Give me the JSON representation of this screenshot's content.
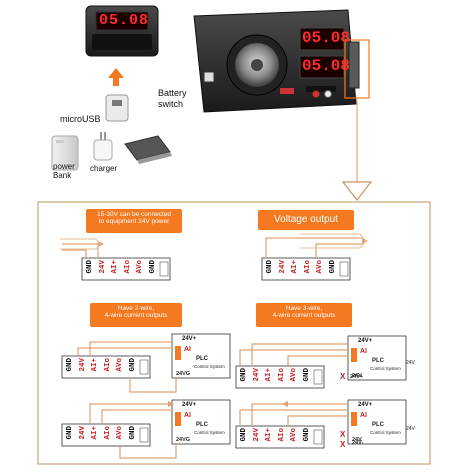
{
  "device_labels": {
    "micro_usb": "microUSB",
    "power_bank": "power\nBank",
    "charger": "charger",
    "battery_switch": "Battery\nswitch",
    "display_small": "05.08",
    "display_large_top": "05.08",
    "display_large_bottom": "05.08"
  },
  "callouts": {
    "top_left": "15-30V can be connected\nto equipment 24V power",
    "top_right": "Voltage output",
    "mid_left": "Have 2-wire,\n4-wire current outputs",
    "mid_right": "Have 3-wire,\n4-wire current outputs"
  },
  "terminals": [
    "GND",
    "24V",
    "AI+",
    "AIo",
    "AVo",
    "GND"
  ],
  "plc_labels": {
    "v24_plus": "24V+",
    "ai": "AI",
    "plc": "PLC",
    "control_system": "Control System",
    "v24g": "24VG",
    "v24": "24V",
    "v24_minus": "24V-",
    "x_mark": "X"
  },
  "colors": {
    "accent": "#f47920",
    "device_dark": "#2a2a2a",
    "display_red": "#ff2a2a",
    "frame": "#c9a37a",
    "terminal_red": "#cc1d1d"
  }
}
